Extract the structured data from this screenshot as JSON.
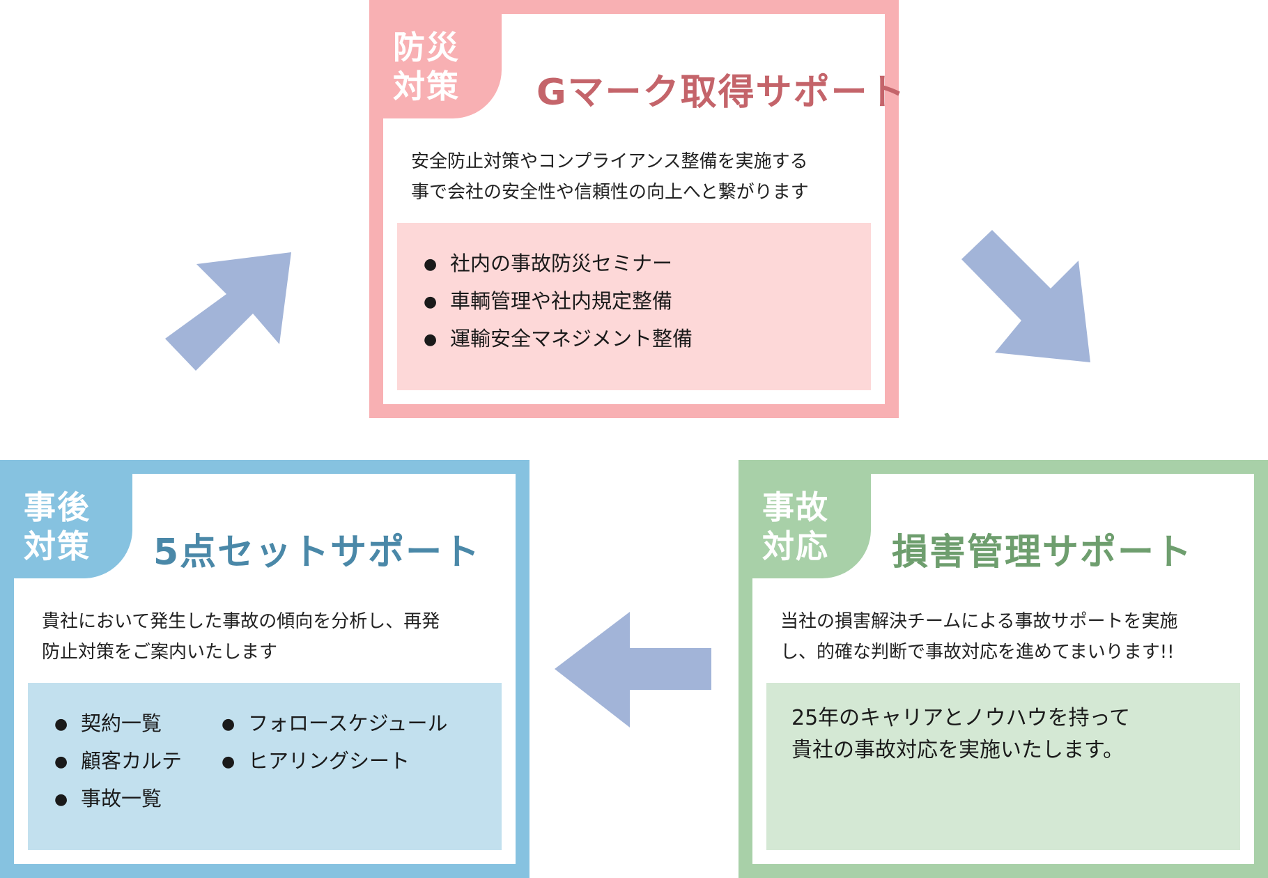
{
  "colors": {
    "pink": "#f8b0b3",
    "pink_light": "#fdd8d8",
    "pink_title": "#c4646a",
    "blue": "#86c2e0",
    "blue_light": "#c2e0ee",
    "blue_title": "#4a88a8",
    "green": "#a8d0a8",
    "green_light": "#d4e8d4",
    "green_title": "#6e9e6e",
    "arrow": "#a2b4d8"
  },
  "top_card": {
    "tag_line1": "防災",
    "tag_line2": "対策",
    "title": "Gマーク取得サポート",
    "desc_line1": "安全防止対策やコンプライアンス整備を実施する",
    "desc_line2": "事で会社の安全性や信頼性の向上へと繋がります",
    "items": [
      "社内の事故防災セミナー",
      "車輌管理や社内規定整備",
      "運輸安全マネジメント整備"
    ]
  },
  "bottom_left_card": {
    "tag_line1": "事後",
    "tag_line2": "対策",
    "title": "5点セットサポート",
    "desc_line1": "貴社において発生した事故の傾向を分析し、再発",
    "desc_line2": "防止対策をご案内いたします",
    "items_col1": [
      "契約一覧",
      "顧客カルテ",
      "事故一覧"
    ],
    "items_col2": [
      "フォロースケジュール",
      "ヒアリングシート"
    ]
  },
  "bottom_right_card": {
    "tag_line1": "事故",
    "tag_line2": "対応",
    "title": "損害管理サポート",
    "desc_line1": "当社の損害解決チームによる事故サポートを実施",
    "desc_line2": "し、的確な判断で事故対応を進めてまいります!!",
    "box_line1": "25年のキャリアとノウハウを持って",
    "box_line2": "貴社の事故対応を実施いたします。"
  },
  "bullet": "●"
}
